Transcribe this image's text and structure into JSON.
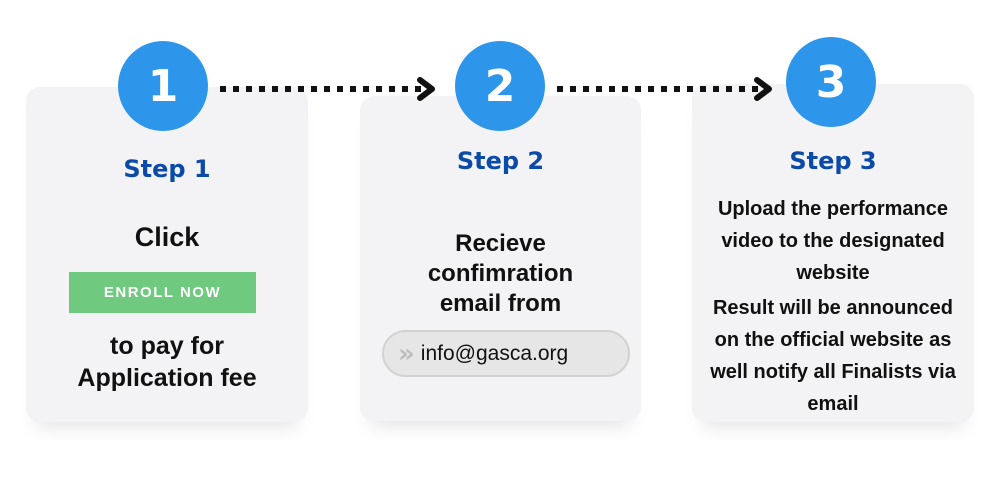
{
  "steps": [
    {
      "number": "1",
      "title": "Step 1",
      "lines": [
        "Click"
      ],
      "button_label": "ENROLL NOW",
      "after_lines": [
        "to pay for",
        "Application fee"
      ]
    },
    {
      "number": "2",
      "title": "Step 2",
      "lines": [
        "Recieve",
        "confimration",
        "email from"
      ],
      "email": "info@gasca.org",
      "email_icon": "chevrons-right-icon"
    },
    {
      "number": "3",
      "title": "Step 3",
      "lines": [
        "Upload the performance",
        "video to the designated",
        "website"
      ],
      "result_lines": [
        "Result will be announced",
        "on the official website as",
        "well notify all Finalists via",
        "email"
      ]
    }
  ],
  "colors": {
    "circle": "#2e96ea",
    "title": "#0c4aa8",
    "button": "#6fc97f",
    "card": "#f3f3f5"
  }
}
